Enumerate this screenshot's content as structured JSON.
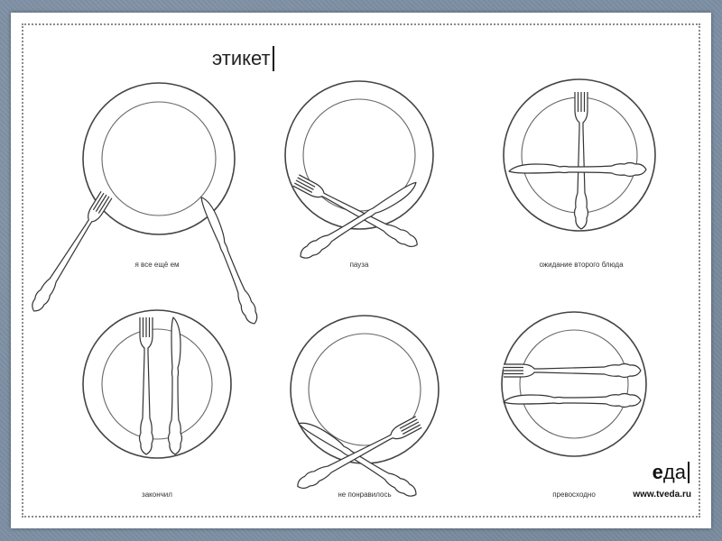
{
  "title": "этикет",
  "plates": [
    {
      "id": "still-eating",
      "caption": "я все ещё ем"
    },
    {
      "id": "pause",
      "caption": "пауза"
    },
    {
      "id": "waiting-second-course",
      "caption": "ожидание второго блюда"
    },
    {
      "id": "finished",
      "caption": "закончил"
    },
    {
      "id": "disliked",
      "caption": "не понравилось"
    },
    {
      "id": "excellent",
      "caption": "превосходно"
    }
  ],
  "brand": {
    "first_letter": "е",
    "rest": "да"
  },
  "site": "www.tveda.ru",
  "colors": {
    "background": "#7d8fa3",
    "sheet": "#ffffff",
    "lines": "#333333"
  }
}
